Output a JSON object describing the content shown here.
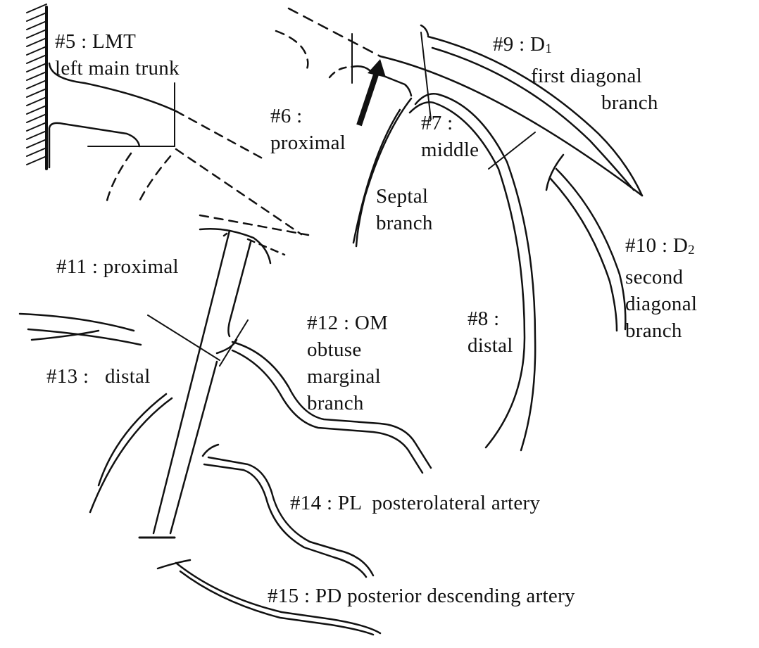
{
  "colors": {
    "ink": "#111111",
    "background": "#ffffff"
  },
  "labels": {
    "lmt": {
      "num": "#5 : LMT",
      "name": "left main trunk"
    },
    "seg6": {
      "num": "#6 :",
      "name": "proximal"
    },
    "seg7": {
      "num": "#7 :",
      "name": "middle"
    },
    "septal": {
      "line1": "Septal",
      "line2": "branch"
    },
    "d1": {
      "num": "#9 : D",
      "sub": "1",
      "line2": "first diagonal",
      "line3": "branch"
    },
    "d2": {
      "num": "#10 : D",
      "sub": "2",
      "line2": "second",
      "line3": "diagonal",
      "line4": "branch"
    },
    "seg8": {
      "num": "#8 :",
      "name": "distal"
    },
    "seg11": {
      "text": "#11 : proximal"
    },
    "seg12": {
      "num": "#12 : OM",
      "line2": "obtuse",
      "line3": "marginal",
      "line4": "branch"
    },
    "seg13": {
      "text": "#13 :   distal"
    },
    "seg14": {
      "text": "#14 : PL  posterolateral artery"
    },
    "seg15": {
      "text": "#15 : PD posterior descending artery"
    }
  }
}
